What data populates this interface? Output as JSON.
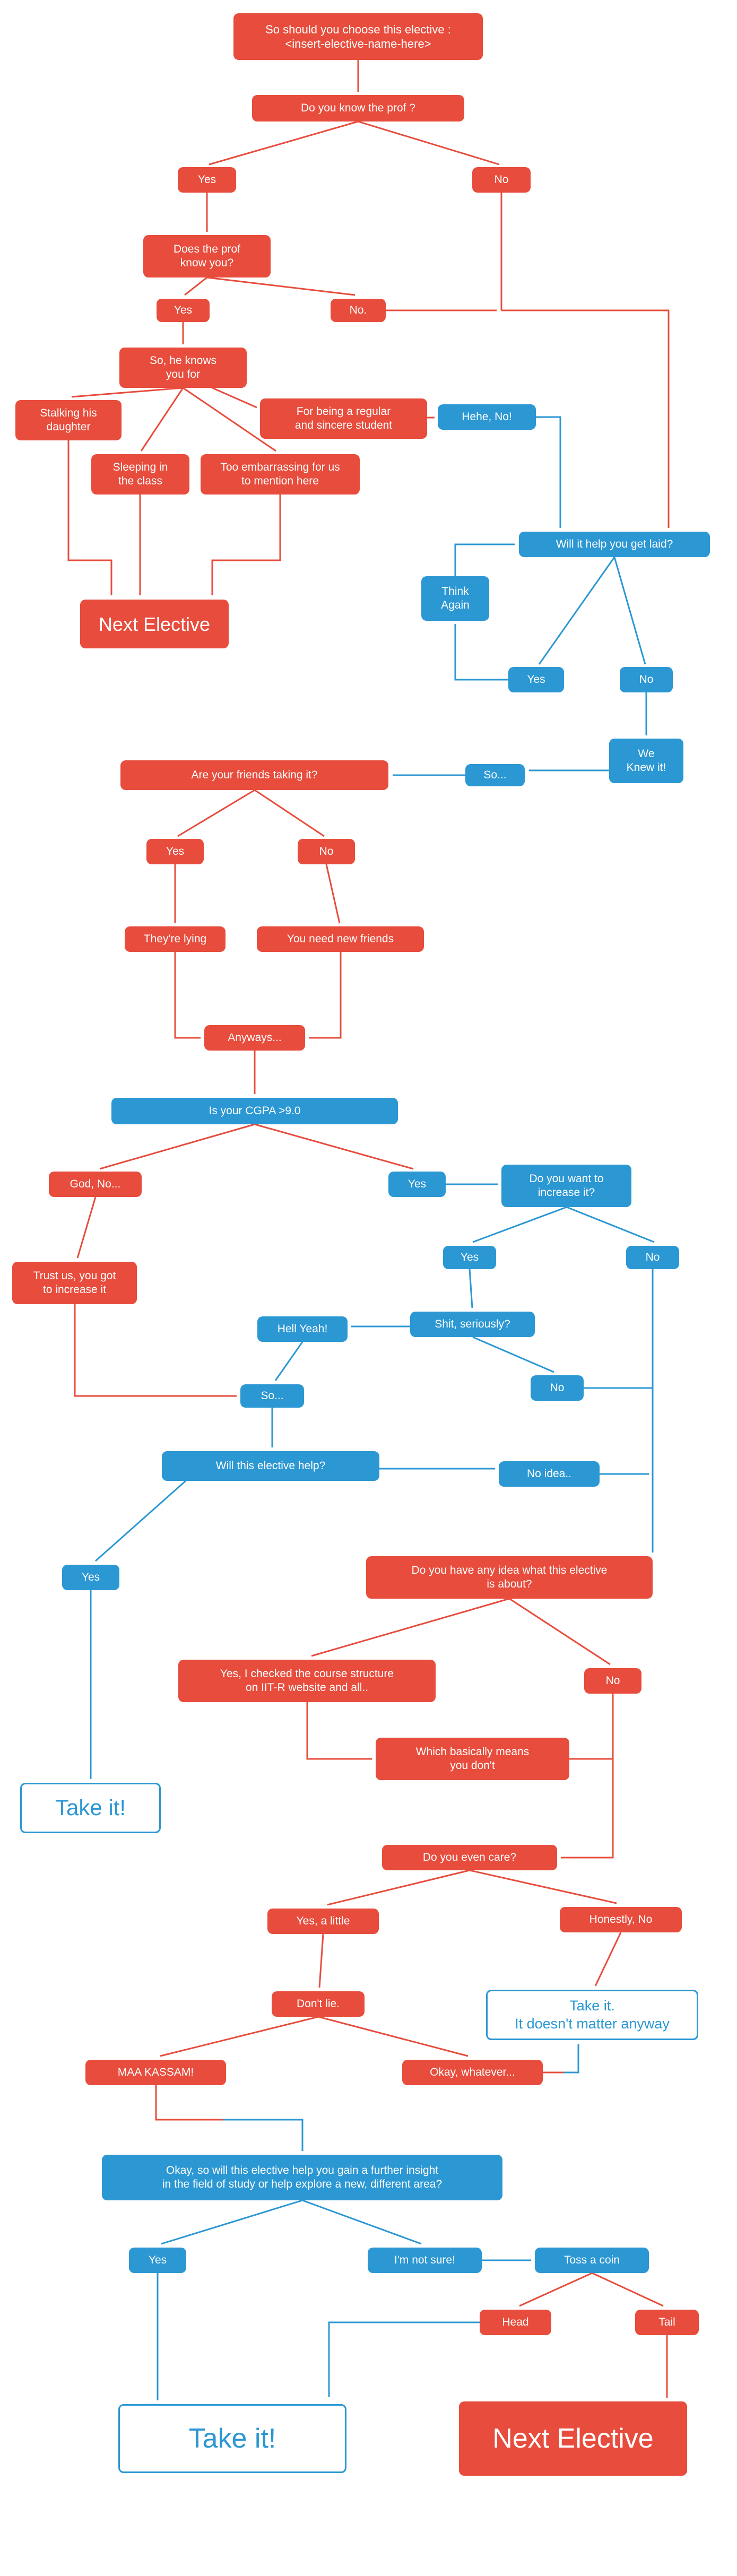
{
  "colors": {
    "red": "#e74c3c",
    "blue": "#2b97d3",
    "background": "#ffffff"
  },
  "nodes": {
    "q_title": {
      "label": "So should you choose this elective :\n<insert-elective-name-here>"
    },
    "q_know_prof": {
      "label": "Do you know the prof ?"
    },
    "a_yes1": {
      "label": "Yes"
    },
    "a_no1": {
      "label": "No"
    },
    "q_prof_know_you": {
      "label": "Does the prof\nknow you?"
    },
    "a_yes2": {
      "label": "Yes"
    },
    "a_no2": {
      "label": "No."
    },
    "q_knows_you_for": {
      "label": "So, he knows\nyou for"
    },
    "r_stalking": {
      "label": "Stalking his\ndaughter"
    },
    "r_regular": {
      "label": "For being a regular\nand sincere student"
    },
    "r_sleeping": {
      "label": "Sleeping in\nthe class"
    },
    "r_embarrassing": {
      "label": "Too embarrassing for us\nto mention here"
    },
    "b_hehe_no": {
      "label": "Hehe, No!"
    },
    "q_get_laid": {
      "label": "Will it help you get laid?"
    },
    "b_think_again": {
      "label": "Think\nAgain"
    },
    "a_yes3": {
      "label": "Yes"
    },
    "a_no3": {
      "label": "No"
    },
    "next_elective_1": {
      "label": "Next Elective"
    },
    "b_we_knew": {
      "label": "We\nKnew it!"
    },
    "b_so1": {
      "label": "So..."
    },
    "q_friends": {
      "label": "Are your friends taking it?"
    },
    "a_yes4": {
      "label": "Yes"
    },
    "a_no4": {
      "label": "No"
    },
    "r_lying": {
      "label": "They're lying"
    },
    "r_new_friends": {
      "label": "You need new friends"
    },
    "r_anyways": {
      "label": "Anyways..."
    },
    "q_cgpa": {
      "label": "Is your CGPA >9.0"
    },
    "r_god_no": {
      "label": "God, No..."
    },
    "a_yes5": {
      "label": "Yes"
    },
    "q_increase": {
      "label": "Do you want to\nincrease it?"
    },
    "r_trust_us": {
      "label": "Trust us, you got\nto increase it"
    },
    "a_yes6": {
      "label": "Yes"
    },
    "a_no5": {
      "label": "No"
    },
    "q_shit": {
      "label": "Shit, seriously?"
    },
    "b_hell_yeah": {
      "label": "Hell Yeah!"
    },
    "a_no6": {
      "label": "No"
    },
    "b_so2": {
      "label": "So..."
    },
    "q_elective_help": {
      "label": "Will this elective help?"
    },
    "b_no_idea": {
      "label": "No idea.."
    },
    "a_yes7": {
      "label": "Yes"
    },
    "q_any_idea": {
      "label": "Do you have any idea what this elective\nis about?"
    },
    "r_checked": {
      "label": "Yes, I checked the course structure\non IIT-R website and all.."
    },
    "a_no7": {
      "label": "No"
    },
    "r_basically": {
      "label": "Which basically means\nyou don't"
    },
    "t_take1": {
      "label": "Take it!"
    },
    "q_care": {
      "label": "Do you even care?"
    },
    "a_yes_little": {
      "label": "Yes, a little"
    },
    "r_honestly": {
      "label": "Honestly, No"
    },
    "r_dont_lie": {
      "label": "Don't lie."
    },
    "t_take_matter": {
      "label": "Take it.\nIt doesn't matter anyway"
    },
    "r_maa": {
      "label": "MAA KASSAM!"
    },
    "r_whatever": {
      "label": "Okay, whatever..."
    },
    "q_insight": {
      "label": "Okay, so will this elective help you gain a further insight\nin the field of study or help explore a new, different area?"
    },
    "a_yes8": {
      "label": "Yes"
    },
    "b_not_sure": {
      "label": "I'm not sure!"
    },
    "b_toss": {
      "label": "Toss a coin"
    },
    "r_head": {
      "label": "Head"
    },
    "r_tail": {
      "label": "Tail"
    },
    "t_take_final": {
      "label": "Take it!"
    },
    "next_elective_final": {
      "label": "Next Elective"
    }
  },
  "edges": [
    [
      "q_title",
      "q_know_prof"
    ],
    [
      "q_know_prof",
      "a_yes1"
    ],
    [
      "q_know_prof",
      "a_no1"
    ],
    [
      "a_yes1",
      "q_prof_know_you"
    ],
    [
      "q_prof_know_you",
      "a_yes2"
    ],
    [
      "q_prof_know_you",
      "a_no2"
    ],
    [
      "a_yes2",
      "q_knows_you_for"
    ],
    [
      "q_knows_you_for",
      "r_stalking"
    ],
    [
      "q_knows_you_for",
      "r_sleeping"
    ],
    [
      "q_knows_you_for",
      "r_embarrassing"
    ],
    [
      "q_knows_you_for",
      "r_regular"
    ],
    [
      "r_regular",
      "b_hehe_no"
    ],
    [
      "b_hehe_no",
      "q_get_laid"
    ],
    [
      "a_no1",
      "q_get_laid"
    ],
    [
      "a_no2",
      "q_get_laid"
    ],
    [
      "r_stalking",
      "next_elective_1"
    ],
    [
      "r_sleeping",
      "next_elective_1"
    ],
    [
      "r_embarrassing",
      "next_elective_1"
    ],
    [
      "q_get_laid",
      "a_yes3"
    ],
    [
      "q_get_laid",
      "a_no3"
    ],
    [
      "a_yes3",
      "b_think_again"
    ],
    [
      "b_think_again",
      "q_get_laid"
    ],
    [
      "a_no3",
      "b_we_knew"
    ],
    [
      "b_we_knew",
      "b_so1"
    ],
    [
      "b_so1",
      "q_friends"
    ],
    [
      "q_friends",
      "a_yes4"
    ],
    [
      "q_friends",
      "a_no4"
    ],
    [
      "a_yes4",
      "r_lying"
    ],
    [
      "a_no4",
      "r_new_friends"
    ],
    [
      "r_lying",
      "r_anyways"
    ],
    [
      "r_new_friends",
      "r_anyways"
    ],
    [
      "r_anyways",
      "q_cgpa"
    ],
    [
      "q_cgpa",
      "r_god_no"
    ],
    [
      "q_cgpa",
      "a_yes5"
    ],
    [
      "a_yes5",
      "q_increase"
    ],
    [
      "r_god_no",
      "r_trust_us"
    ],
    [
      "q_increase",
      "a_yes6"
    ],
    [
      "q_increase",
      "a_no5"
    ],
    [
      "a_yes6",
      "q_shit"
    ],
    [
      "q_shit",
      "b_hell_yeah"
    ],
    [
      "q_shit",
      "a_no6"
    ],
    [
      "b_hell_yeah",
      "b_so2"
    ],
    [
      "r_trust_us",
      "b_so2"
    ],
    [
      "b_so2",
      "q_elective_help"
    ],
    [
      "q_elective_help",
      "b_no_idea"
    ],
    [
      "q_elective_help",
      "a_yes7"
    ],
    [
      "a_yes7",
      "t_take1"
    ],
    [
      "a_no6",
      "q_any_idea"
    ],
    [
      "a_no5",
      "q_any_idea"
    ],
    [
      "b_no_idea",
      "q_any_idea"
    ],
    [
      "q_any_idea",
      "r_checked"
    ],
    [
      "q_any_idea",
      "a_no7"
    ],
    [
      "r_checked",
      "r_basically"
    ],
    [
      "r_basically",
      "q_care"
    ],
    [
      "a_no7",
      "q_care"
    ],
    [
      "q_care",
      "a_yes_little"
    ],
    [
      "q_care",
      "r_honestly"
    ],
    [
      "a_yes_little",
      "r_dont_lie"
    ],
    [
      "r_honestly",
      "t_take_matter"
    ],
    [
      "r_dont_lie",
      "r_maa"
    ],
    [
      "r_dont_lie",
      "r_whatever"
    ],
    [
      "r_whatever",
      "t_take_matter"
    ],
    [
      "r_maa",
      "q_insight"
    ],
    [
      "q_insight",
      "a_yes8"
    ],
    [
      "q_insight",
      "b_not_sure"
    ],
    [
      "b_not_sure",
      "b_toss"
    ],
    [
      "a_yes8",
      "t_take_final"
    ],
    [
      "b_toss",
      "r_head"
    ],
    [
      "b_toss",
      "r_tail"
    ],
    [
      "r_head",
      "t_take_final"
    ],
    [
      "r_tail",
      "next_elective_final"
    ]
  ]
}
